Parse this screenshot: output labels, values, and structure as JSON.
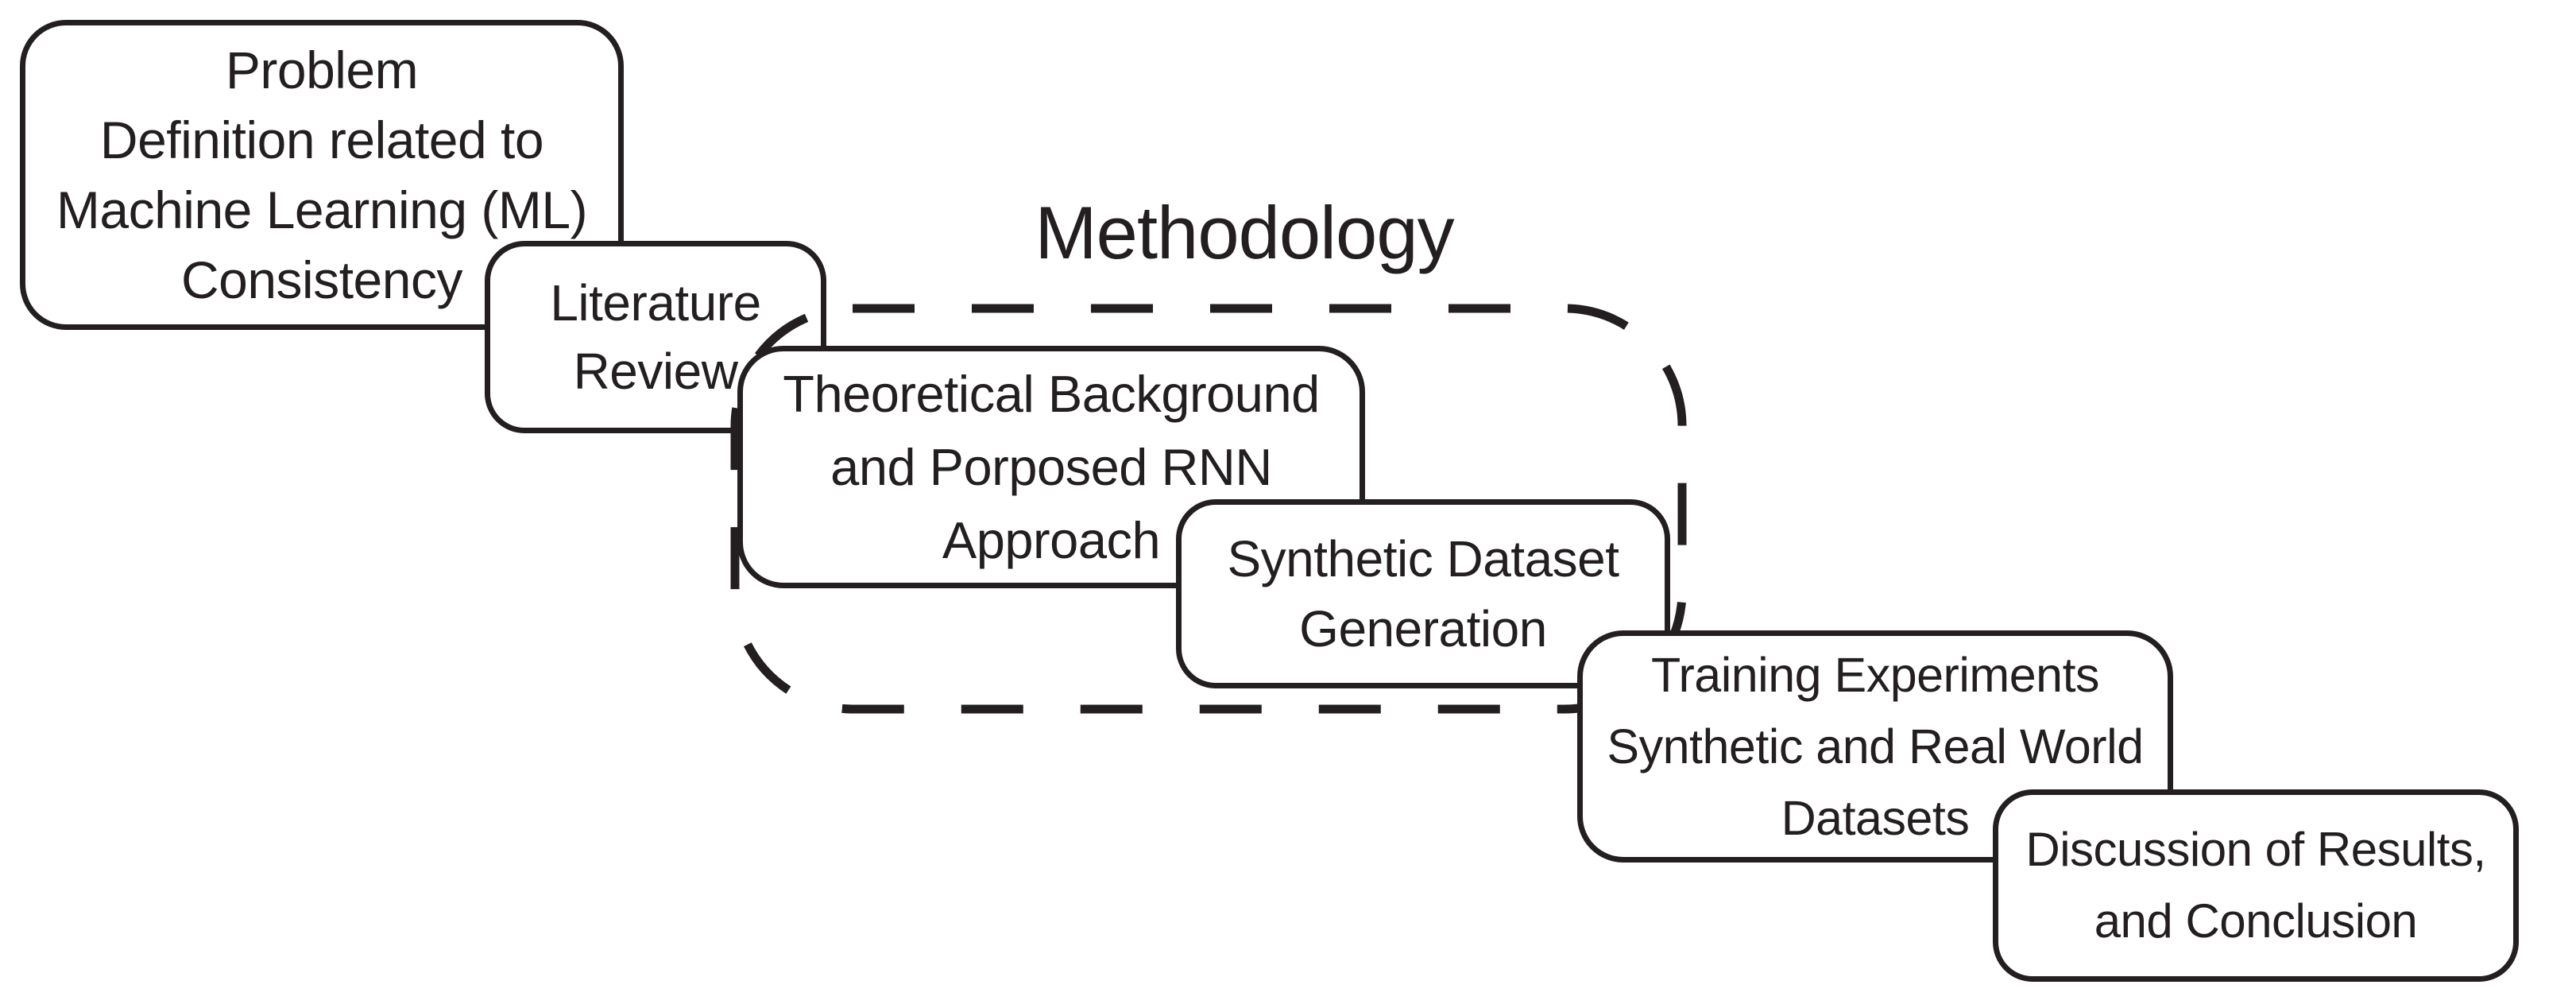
{
  "diagram": {
    "group_title": "Methodology",
    "boxes": [
      {
        "id": "problem-definition",
        "text": "Problem\nDefinition related to\nMachine Learning (ML)\nConsistency"
      },
      {
        "id": "literature-review",
        "text": "Literature\nReview"
      },
      {
        "id": "theoretical-background",
        "text": "Theoretical Background\nand Porposed RNN\nApproach"
      },
      {
        "id": "synthetic-dataset",
        "text": "Synthetic Dataset\nGeneration"
      },
      {
        "id": "training-experiments",
        "text": "Training Experiments\nSynthetic and Real World\nDatasets"
      },
      {
        "id": "discussion-conclusion",
        "text": "Discussion of Results,\nand Conclusion"
      }
    ],
    "colors": {
      "stroke": "#231f20",
      "background": "#ffffff"
    }
  }
}
